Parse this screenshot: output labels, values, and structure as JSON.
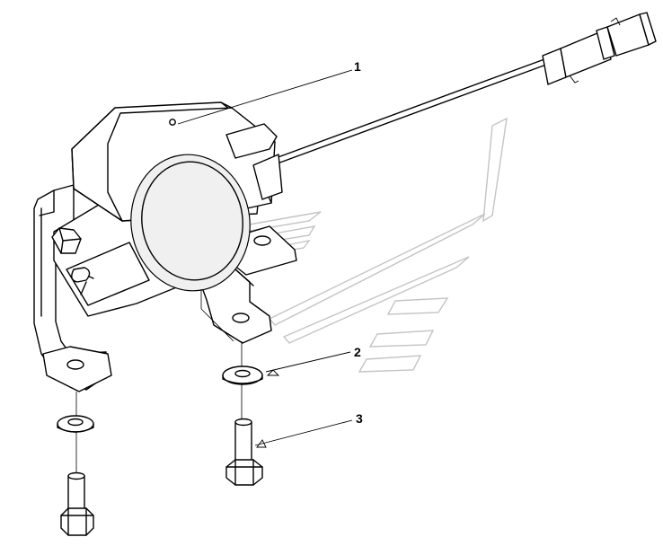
{
  "diagram": {
    "callouts": [
      {
        "number": "1",
        "part": "sensor-unit"
      },
      {
        "number": "2",
        "part": "washer"
      },
      {
        "number": "3",
        "part": "bolt"
      }
    ],
    "colors": {
      "line": "#000000",
      "watermark": "#c4c4c4",
      "background": "#ffffff"
    }
  }
}
